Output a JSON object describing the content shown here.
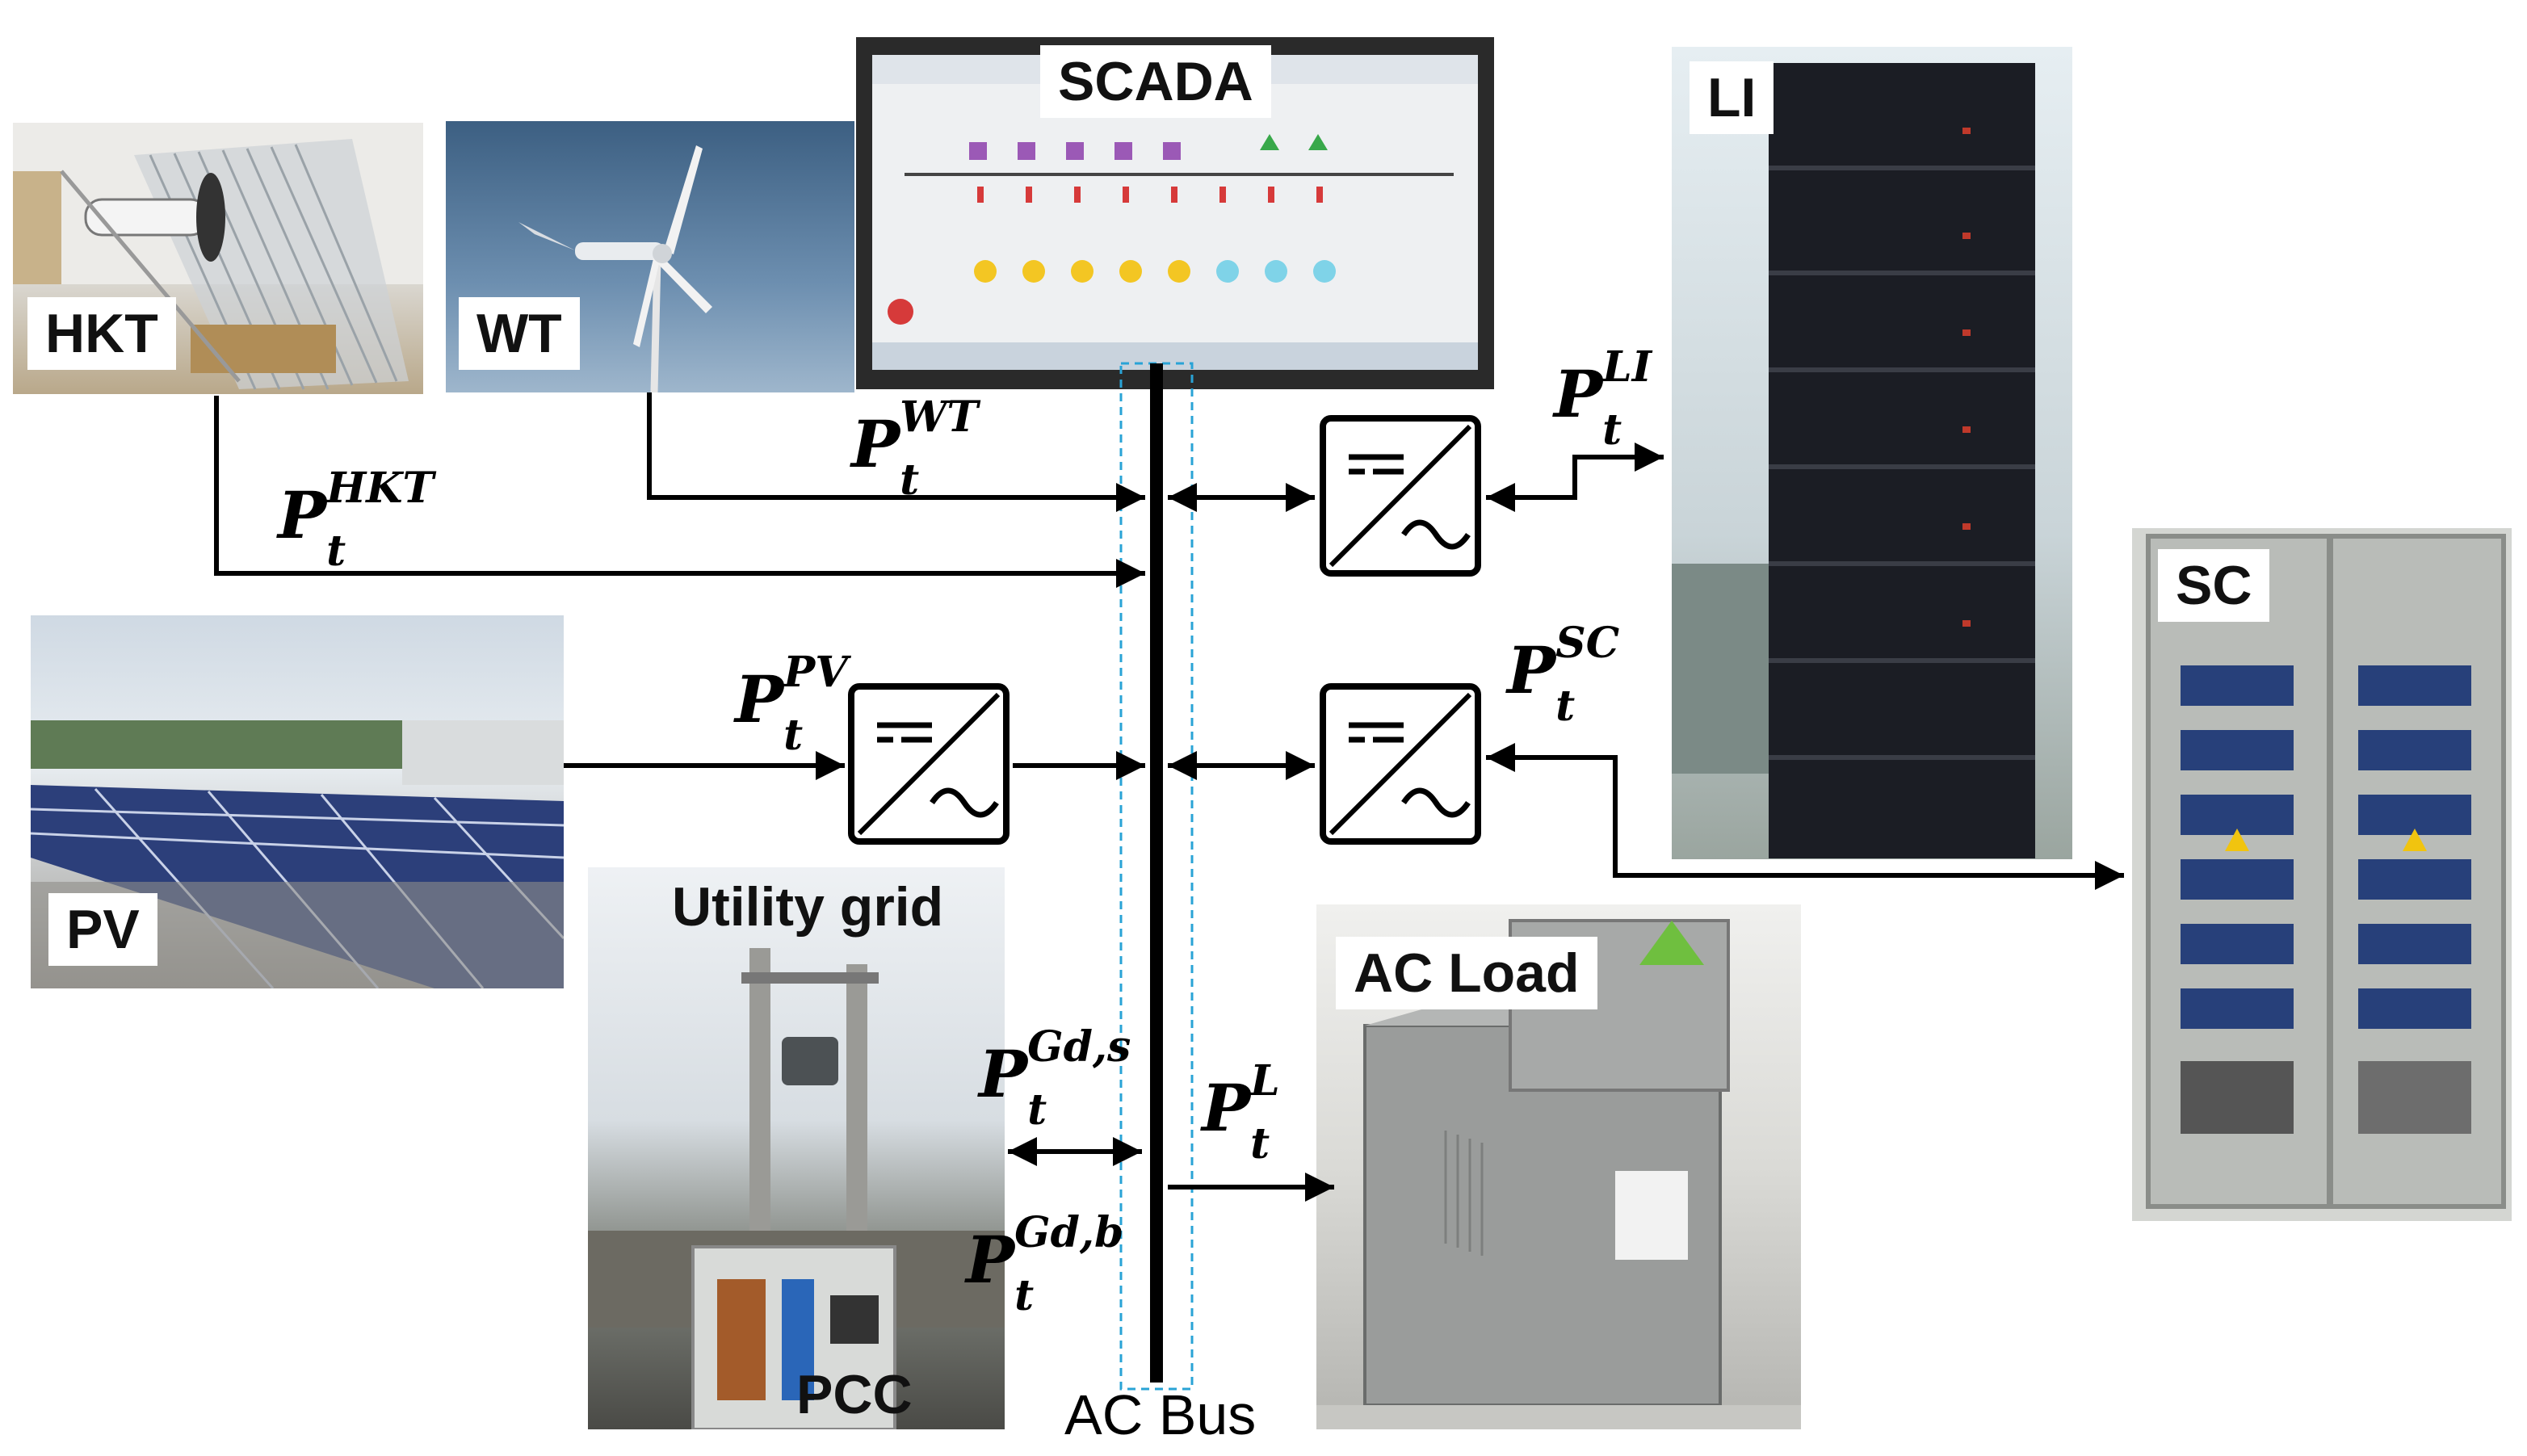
{
  "components": {
    "hkt": "HKT",
    "wt": "WT",
    "scada": "SCADA",
    "li": "LI",
    "sc": "SC",
    "pv": "PV",
    "utility_grid": "Utility grid",
    "pcc": "PCC",
    "ac_load": "AC Load"
  },
  "bus_label": "AC Bus",
  "power_symbols": {
    "base": "P",
    "index": "t",
    "hkt": "HKT",
    "wt": "WT",
    "li": "LI",
    "pv": "PV",
    "sc": "SC",
    "grid_sell": "Gd,s",
    "grid_buy": "Gd,b",
    "load": "L"
  },
  "colors": {
    "bus": "#000000",
    "bus_dashed_outline": "#29a3d6",
    "line": "#000000"
  }
}
